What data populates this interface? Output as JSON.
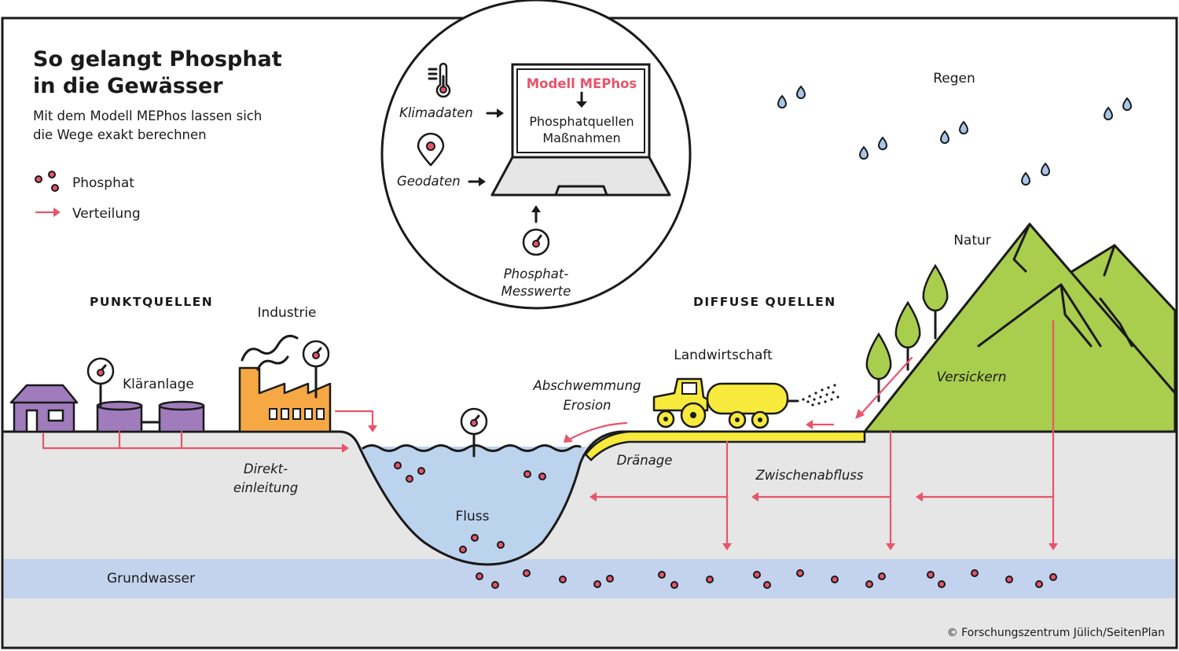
{
  "title_line1": "So gelangt Phosphat",
  "title_line2": "in die Gewässer",
  "subtitle_line1": "Mit dem Modell MEPhos lassen sich",
  "subtitle_line2": "die Wege exakt berechnen",
  "legend": {
    "phosphat": "Phosphat",
    "verteilung": "Verteilung"
  },
  "model": {
    "title": "Modell MEPhos",
    "output_line1": "Phosphatquellen",
    "output_line2": "Maßnahmen",
    "input_climate": "Klimadaten",
    "input_geo": "Geodaten",
    "input_measure_line1": "Phosphat-",
    "input_measure_line2": "Messwerte"
  },
  "labels": {
    "punktquellen": "PUNKTQUELLEN",
    "diffuse_quellen": "DIFFUSE QUELLEN",
    "industrie": "Industrie",
    "klaeranlage": "Kläranlage",
    "landwirtschaft": "Landwirtschaft",
    "natur": "Natur",
    "regen": "Regen",
    "versickern": "Versickern",
    "abschwemmung": "Abschwemmung",
    "erosion": "Erosion",
    "draenage": "Dränage",
    "zwischenabfluss": "Zwischenabfluss",
    "direkt": "Direkt-",
    "einleitung": "einleitung",
    "fluss": "Fluss",
    "grundwasser": "Grundwasser"
  },
  "credit": "© Forschungszentrum Jülich/SeitenPlan",
  "colors": {
    "pink": "#e8546b",
    "purple": "#a07cbc",
    "orange": "#f5a844",
    "yellow": "#f7ea3c",
    "green": "#a9cd4d",
    "water": "#bcd3ee",
    "groundwater": "#c3d3ee",
    "soil": "#e6e6e6",
    "outline": "#1a1a1a"
  }
}
